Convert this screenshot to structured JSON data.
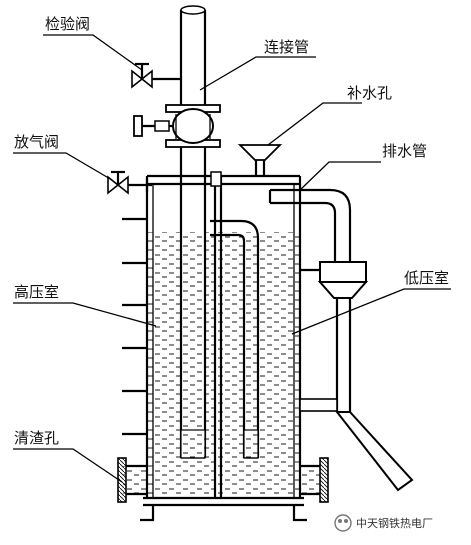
{
  "labels": {
    "check_valve": "检验阀",
    "connecting_pipe": "连接管",
    "refill_hole": "补水孔",
    "vent_valve": "放气阀",
    "drain_pipe": "排水管",
    "high_pressure_chamber": "高压室",
    "low_pressure_chamber": "低压室",
    "cleanout_hole": "清渣孔"
  },
  "watermark": "中天钢铁热电厂",
  "colors": {
    "line": "#000000",
    "background": "#ffffff",
    "water_dash": "#000000"
  }
}
